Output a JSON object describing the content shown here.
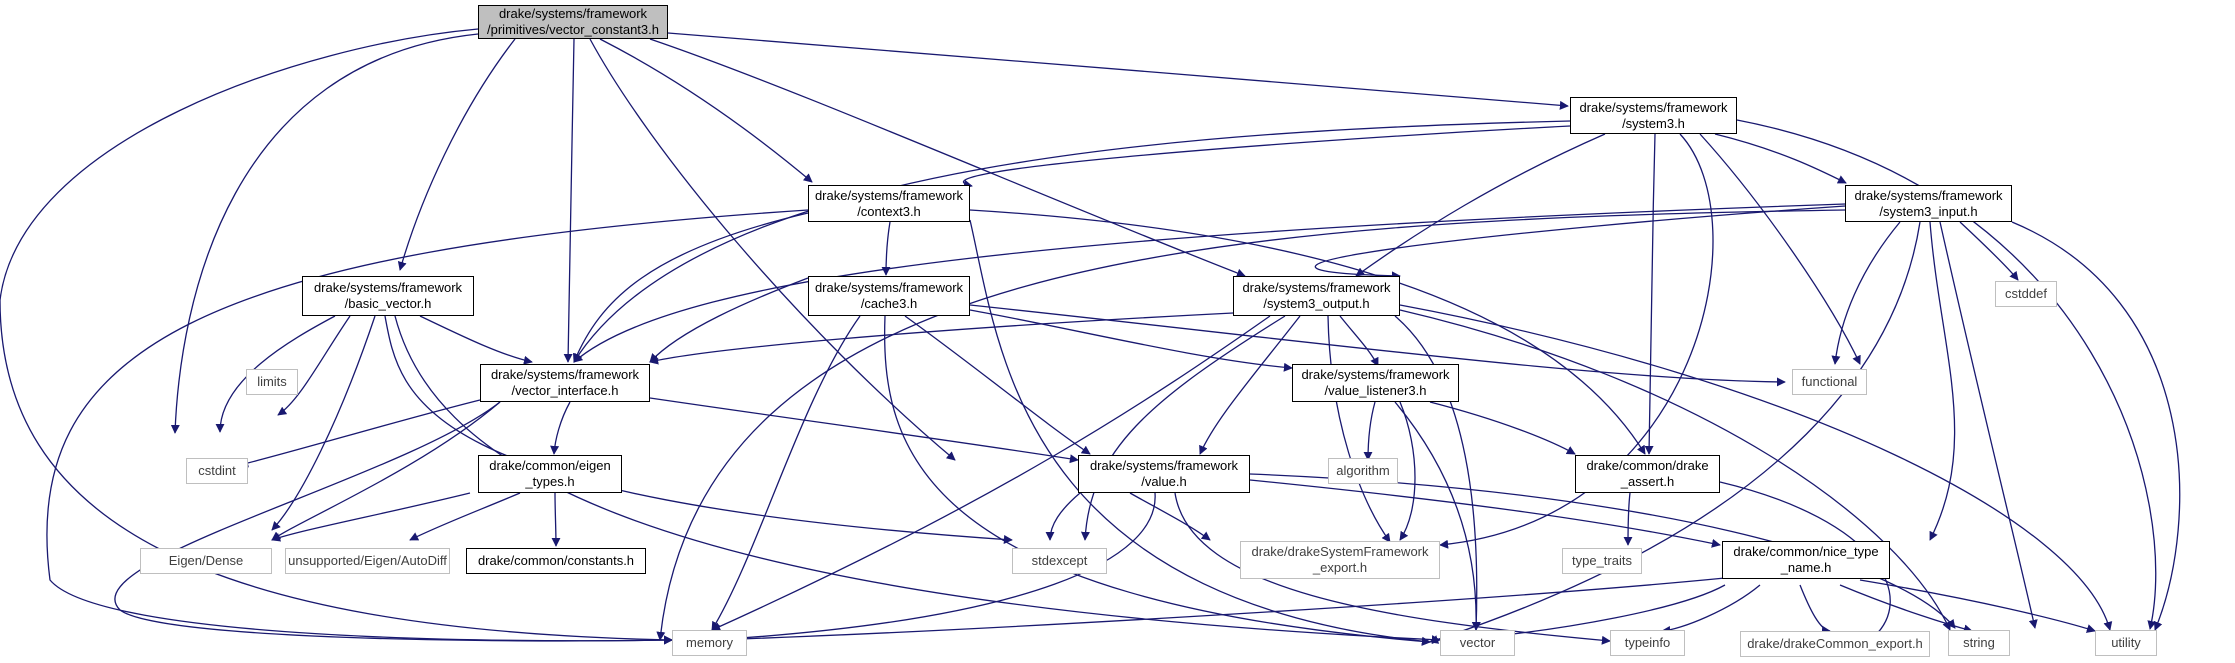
{
  "graph": {
    "root": {
      "line1": "drake/systems/framework",
      "line2": "/primitives/vector_constant3.h"
    },
    "nodes": {
      "system3": {
        "line1": "drake/systems/framework",
        "line2": "/system3.h"
      },
      "context3": {
        "line1": "drake/systems/framework",
        "line2": "/context3.h"
      },
      "system3_input": {
        "line1": "drake/systems/framework",
        "line2": "/system3_input.h"
      },
      "basic_vector": {
        "line1": "drake/systems/framework",
        "line2": "/basic_vector.h"
      },
      "cache3": {
        "line1": "drake/systems/framework",
        "line2": "/cache3.h"
      },
      "system3_output": {
        "line1": "drake/systems/framework",
        "line2": "/system3_output.h"
      },
      "vector_interface": {
        "line1": "drake/systems/framework",
        "line2": "/vector_interface.h"
      },
      "value_listener3": {
        "line1": "drake/systems/framework",
        "line2": "/value_listener3.h"
      },
      "value": {
        "line1": "drake/systems/framework",
        "line2": "/value.h"
      },
      "drake_assert": {
        "line1": "drake/common/drake",
        "line2": "_assert.h"
      },
      "eigen_types": {
        "line1": "drake/common/eigen",
        "line2": "_types.h"
      },
      "constants": {
        "line1": "drake/common/constants.h"
      },
      "nice_type_name": {
        "line1": "drake/common/nice_type",
        "line2": "_name.h"
      },
      "drakeSystemFramework_export": {
        "line1": "drake/drakeSystemFramework",
        "line2": "_export.h"
      },
      "drakeCommon_export": {
        "line1": "drake/drakeCommon_export.h"
      },
      "cstddef": {
        "line1": "cstddef"
      },
      "functional": {
        "line1": "functional"
      },
      "limits": {
        "line1": "limits"
      },
      "cstdint": {
        "line1": "cstdint"
      },
      "algorithm": {
        "line1": "algorithm"
      },
      "eigen_dense": {
        "line1": "Eigen/Dense"
      },
      "autodiff": {
        "line1": "unsupported/Eigen/AutoDiff"
      },
      "stdexcept": {
        "line1": "stdexcept"
      },
      "type_traits": {
        "line1": "type_traits"
      },
      "memory": {
        "line1": "memory"
      },
      "vector": {
        "line1": "vector"
      },
      "typeinfo": {
        "line1": "typeinfo"
      },
      "string": {
        "line1": "string"
      },
      "utility": {
        "line1": "utility"
      }
    }
  },
  "colors": {
    "edge": "#191970",
    "root_fill": "#bfbfbf",
    "system_border": "#bfbfbf",
    "project_border": "#000000"
  }
}
